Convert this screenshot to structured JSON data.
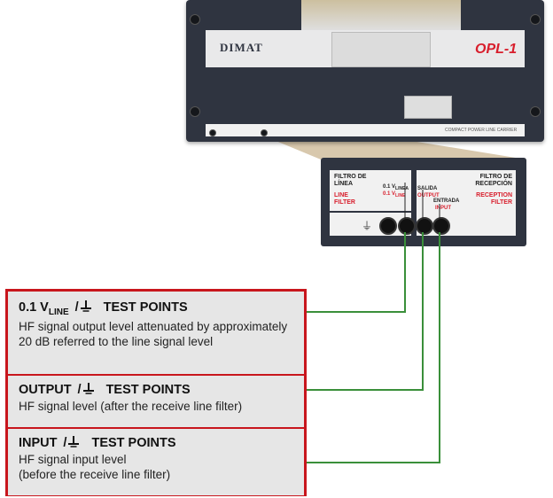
{
  "device": {
    "brand": "DIMAT",
    "model": "OPL-1",
    "footer_text": "COMPACT POWER LINE CARRIER"
  },
  "filter_panel": {
    "line_filter_title_es_1": "FILTRO DE",
    "line_filter_title_es_2": "LÍNEA",
    "line_filter_title_en_1": "LINE",
    "line_filter_title_en_2": "FILTER",
    "vline_label_1": "0.1 V",
    "vline_sub_1": "LINEA",
    "vline_label_2": "0.1 V",
    "vline_sub_2": "LINE",
    "output_label_es": "SALIDA",
    "output_label_en": "OUTPUT",
    "input_label_es": "ENTRADA",
    "input_label_en": "INPUT",
    "reception_title_es_1": "FILTRO DE",
    "reception_title_es_2": "RECEPCIÓN",
    "reception_title_en_1": "RECEPTION",
    "reception_title_en_2": "FILTER",
    "ground_symbol": "⏚"
  },
  "callouts": [
    {
      "title_prefix": "0.1 V",
      "title_sub": "LINE",
      "title_suffix": "TEST POINTS",
      "description": "HF signal output level attenuated by approximately 20 dB referred to the line signal level"
    },
    {
      "title_prefix": "OUTPUT",
      "title_suffix": "TEST POINTS",
      "description": "HF signal level (after the receive line filter)"
    },
    {
      "title_prefix": "INPUT",
      "title_suffix": "TEST POINTS",
      "description_line_1": "HF signal input level",
      "description_line_2": "(before the receive line filter)"
    }
  ],
  "colors": {
    "device": "#2f3440",
    "accent_red": "#c8161d",
    "wire_green": "#3a8f3a",
    "callout_bg": "#e6e6e6"
  }
}
